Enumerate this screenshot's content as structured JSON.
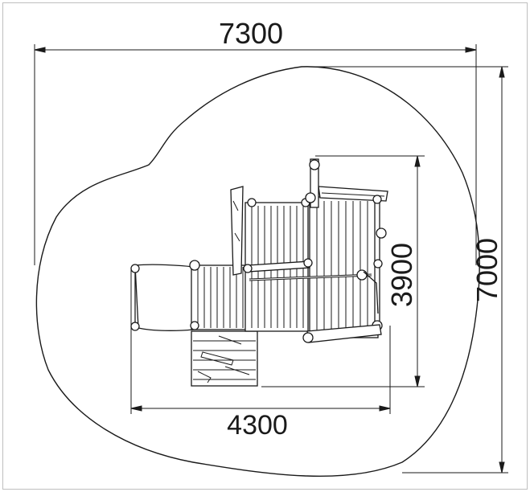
{
  "dimensions": {
    "overall_width": "7300",
    "overall_depth": "7000",
    "structure_width": "4300",
    "structure_depth": "3900"
  },
  "colors": {
    "line": "#1a1a1a",
    "frame": "#bfbfbf",
    "background": "#ffffff"
  }
}
